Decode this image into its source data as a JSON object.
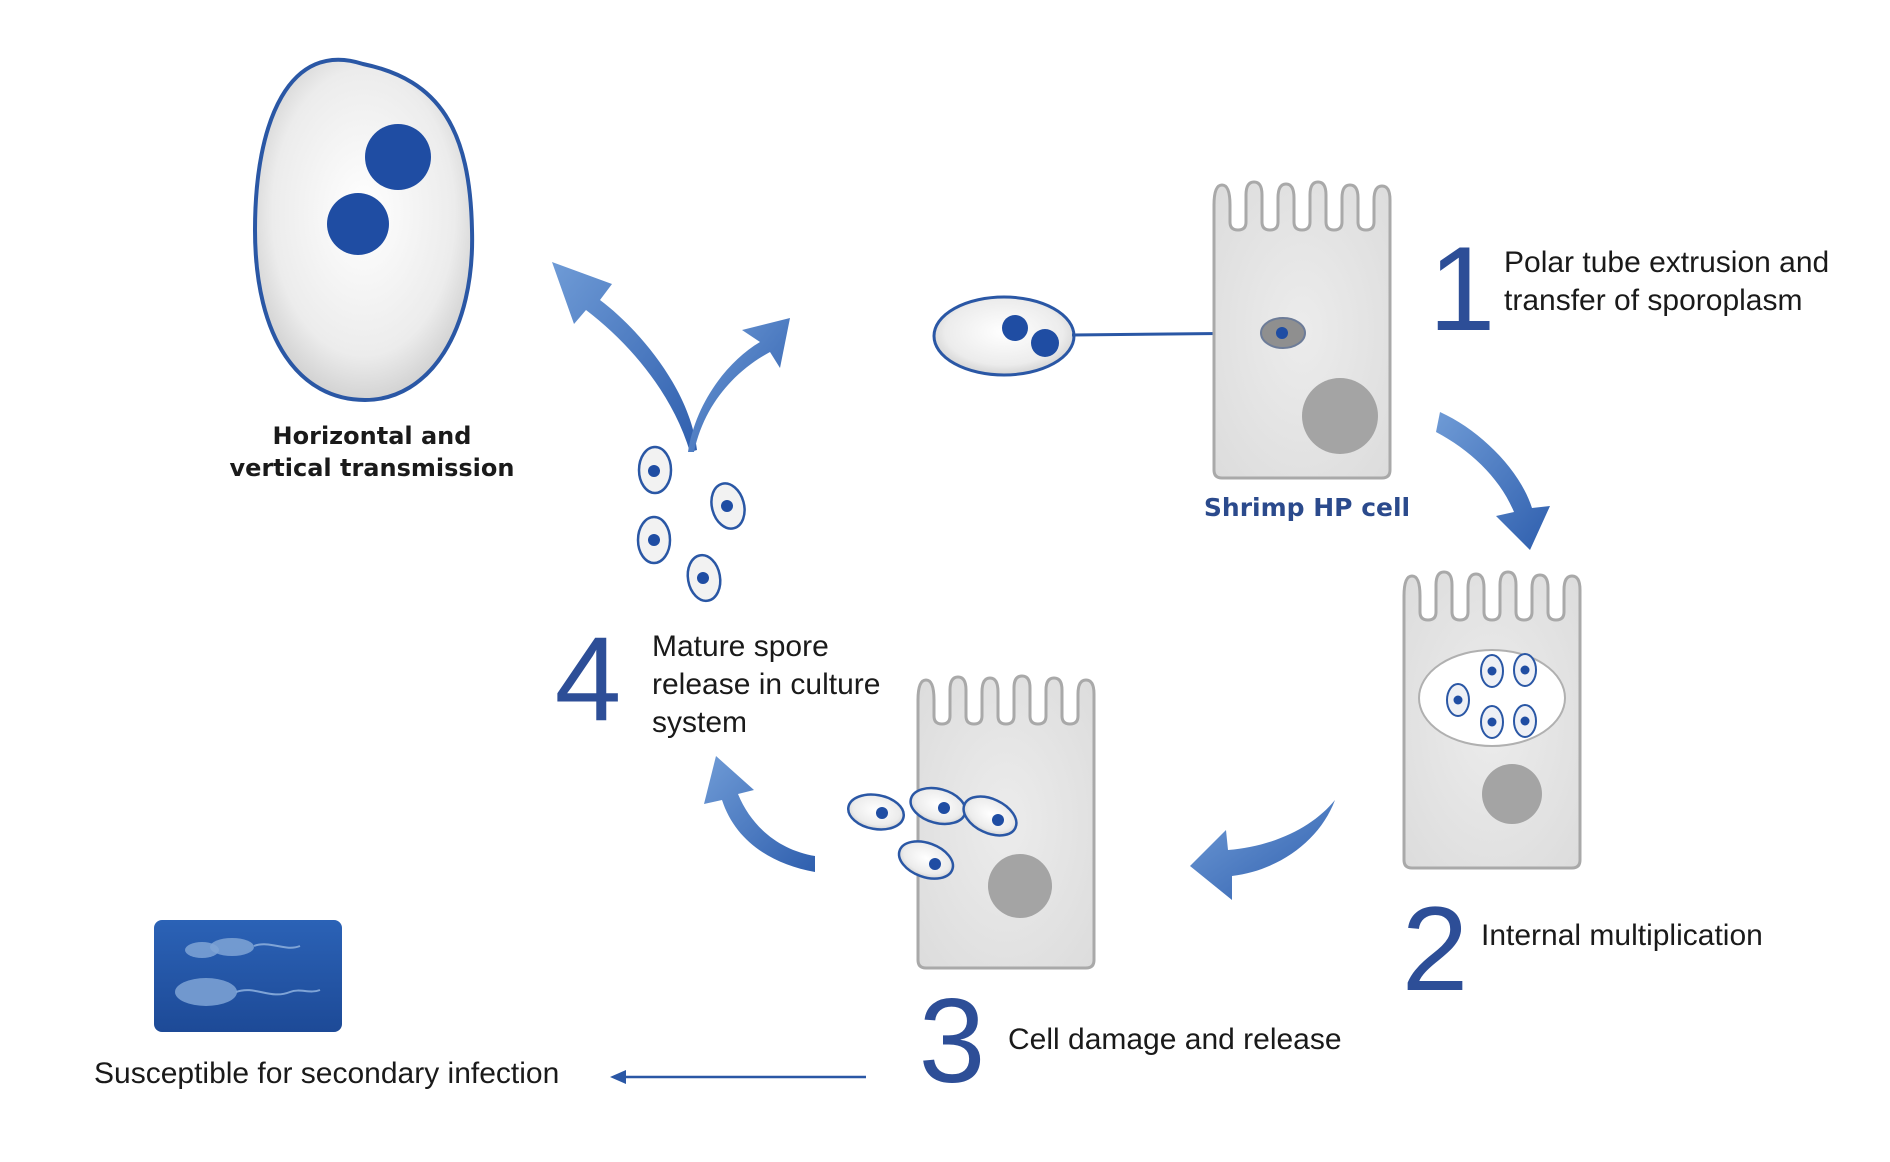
{
  "labels": {
    "transmission_line1": "Horizontal and",
    "transmission_line2": "vertical transmission",
    "cell_name": "Shrimp HP cell",
    "step1_line1": "Polar tube extrusion and",
    "step1_line2": "transfer of sporoplasm",
    "step2": "Internal multiplication",
    "step3": "Cell damage and release",
    "step4_line1": "Mature spore",
    "step4_line2": "release in culture",
    "step4_line3": "system",
    "secondary": "Susceptible for secondary infection"
  },
  "steps": [
    "1",
    "2",
    "3",
    "4"
  ],
  "colors": {
    "accent_blue": "#3a6cb5",
    "nucleus_blue": "#1f4da3",
    "number_blue": "#2d4e97",
    "cell_fill": "#e3e3e3",
    "cell_stroke": "#a9a9a9",
    "cell_nucleus": "#a0a0a0",
    "bacteria_panel": "#2457a8"
  }
}
